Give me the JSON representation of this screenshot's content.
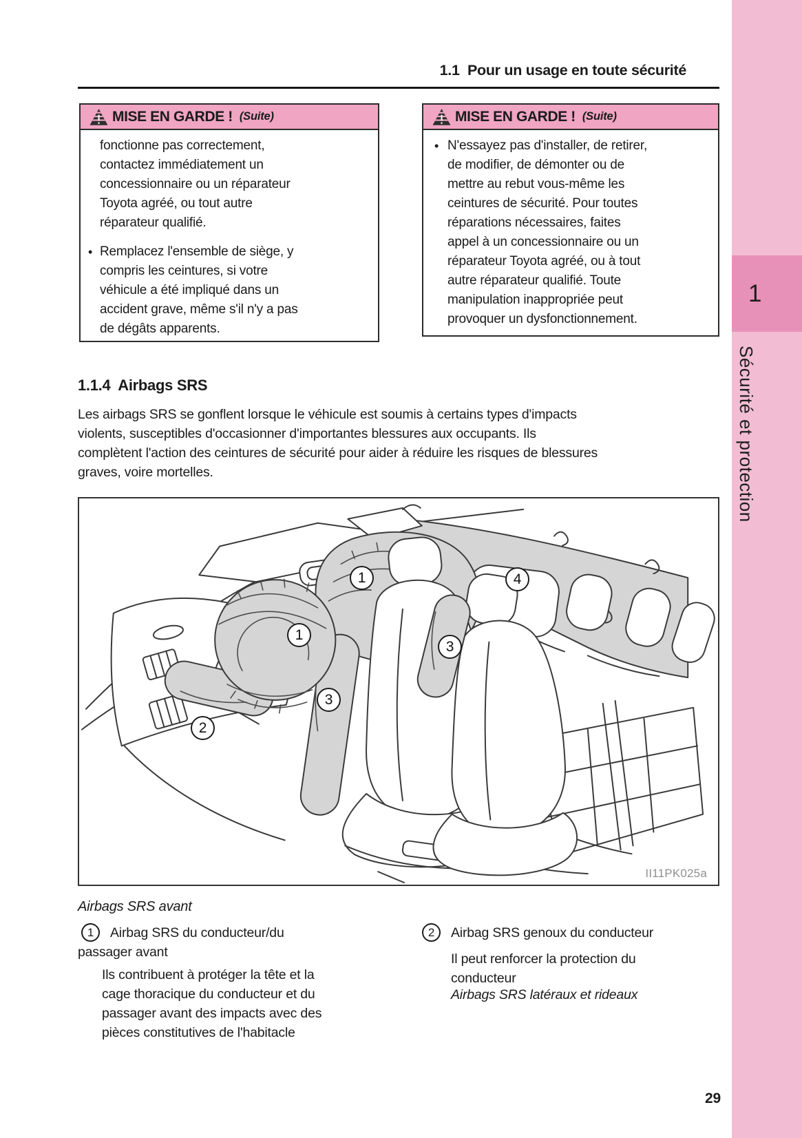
{
  "header": {
    "title": "1.1  Pour un usage en toute sécurité"
  },
  "sidebar": {
    "tab_number": "1",
    "chapter_label": "Sécurité et protection"
  },
  "warning_left": {
    "title": "MISE EN GARDE !",
    "suite": "(Suite)",
    "para1": "fonctionne pas correctement,\ncontactez immédiatement un\nconcessionnaire ou un réparateur\nToyota agréé, ou tout autre\nréparateur qualifié.",
    "bullet": "•",
    "para2": "Remplacez l'ensemble de siège, y\ncompris les ceintures, si votre\nvéhicule a été impliqué dans un\naccident grave, même s'il n'y a pas\nde dégâts apparents."
  },
  "warning_right": {
    "title": "MISE EN GARDE !",
    "suite": "(Suite)",
    "bullet": "•",
    "para1": "N'essayez pas d'installer, de retirer,\nde modifier, de démonter ou de\nmettre au rebut vous-même les\nceintures de sécurité. Pour toutes\nréparations nécessaires, faites\nappel à un concessionnaire ou un\nréparateur Toyota agréé, ou à tout\nautre réparateur qualifié. Toute\nmanipulation inappropriée peut\nprovoquer un dysfonctionnement."
  },
  "section": {
    "title": "1.1.4  Airbags SRS",
    "intro": "Les airbags SRS se gonflent lorsque le véhicule est soumis à certains types d'impacts\nviolents, susceptibles d'occasionner d'importantes blessures aux occupants. Ils\ncomplètent l'action des ceintures de sécurité pour aider à réduire les risques de blessures\ngraves, voire mortelles."
  },
  "figure": {
    "code": "II11PK025a",
    "caption": "Airbags SRS avant",
    "callouts": [
      {
        "n": "1"
      },
      {
        "n": "1"
      },
      {
        "n": "2"
      },
      {
        "n": "3"
      },
      {
        "n": "3"
      },
      {
        "n": "4"
      }
    ]
  },
  "legend": {
    "item1": {
      "number": "1",
      "label": "Airbag SRS du conducteur/du",
      "label_cont": "passager avant",
      "detail": "Ils contribuent à protéger la tête et la\ncage thoracique du conducteur et du\npassager avant des impacts avec des\npièces constitutives de l'habitacle"
    },
    "item2": {
      "number": "2",
      "label": "Airbag SRS genoux du conducteur",
      "detail": "Il peut renforcer la protection du\nconducteur",
      "note": "Airbags SRS latéraux et rideaux"
    }
  },
  "footer": {
    "page_number": "29"
  },
  "colors": {
    "sidebar_band": "#F2BDD2",
    "sidebar_tab": "#E891B8",
    "warning_header": "#F0A5C2"
  }
}
